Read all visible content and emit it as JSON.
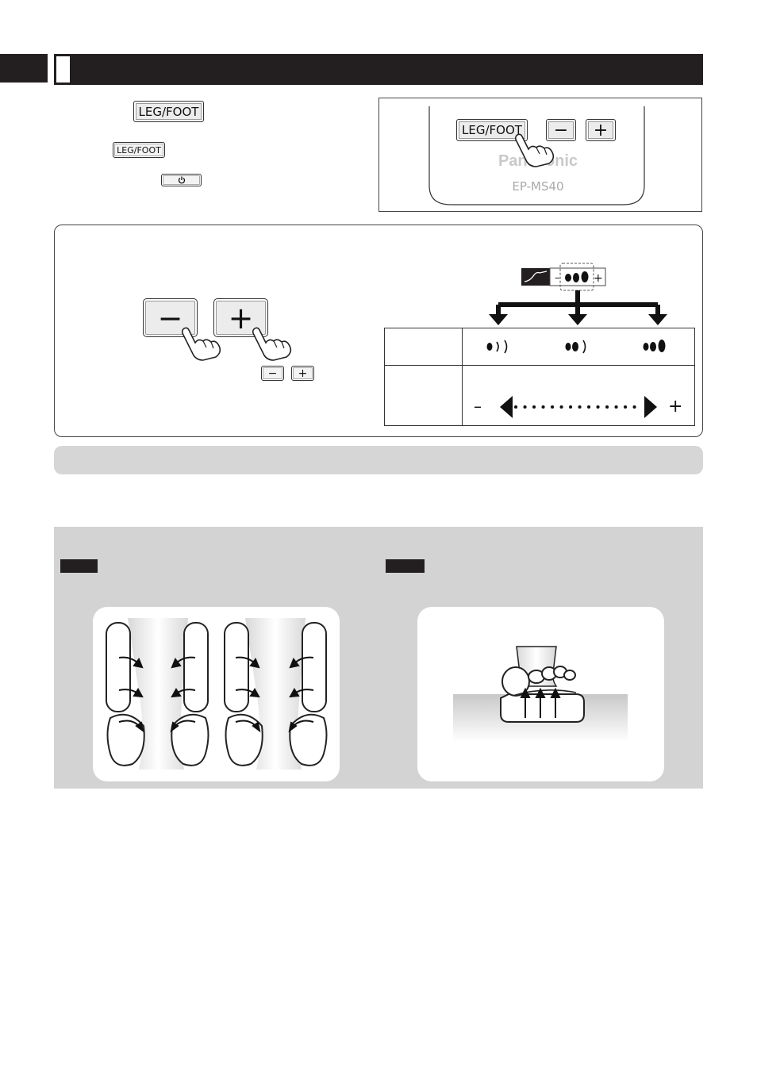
{
  "steps": {
    "leg_foot_label": "LEG/FOOT",
    "leg_foot_label_small": "LEG/FOOT",
    "power_icon": "power-icon"
  },
  "remote": {
    "leg_foot_label": "LEG/FOOT",
    "minus": "−",
    "plus": "+",
    "brand": "Panasonic",
    "model": "EP-MS40"
  },
  "intensity": {
    "minus": "−",
    "plus": "+",
    "scale_minus": "–",
    "scale_plus": "+"
  },
  "colors": {
    "header_bar": "#231f20",
    "gray_panel": "#d3d3d3",
    "note_bar": "#d6d6d6"
  }
}
